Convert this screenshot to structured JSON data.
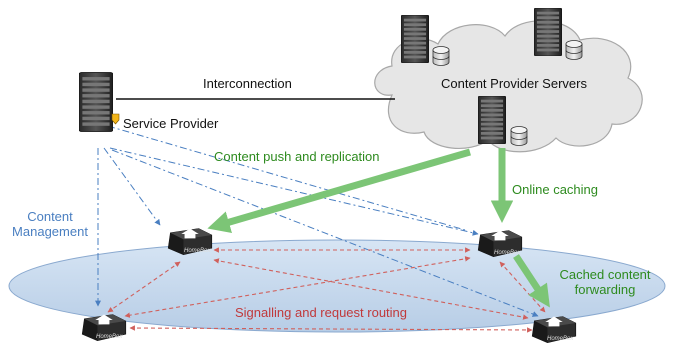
{
  "labels": {
    "interconnection": "Interconnection",
    "content_provider_servers": "Content Provider Servers",
    "service_provider": "Service Provider",
    "content_push": "Content push and replication",
    "online_caching": "Online caching",
    "content_management_line1": "Content",
    "content_management_line2": "Management",
    "cached_forwarding_line1": "Cached content",
    "cached_forwarding_line2": "forwarding",
    "signalling": "Signalling and request routing"
  },
  "homebox_label": "HomeBox",
  "colors": {
    "green_arrow": "#7cc576",
    "green_text": "#2e8b1f",
    "blue_dashdot": "#4a7fc1",
    "red_dashed": "#d0605c",
    "ellipse_fill": "#c9dcf0",
    "cloud_fill": "#e6e6e6"
  }
}
